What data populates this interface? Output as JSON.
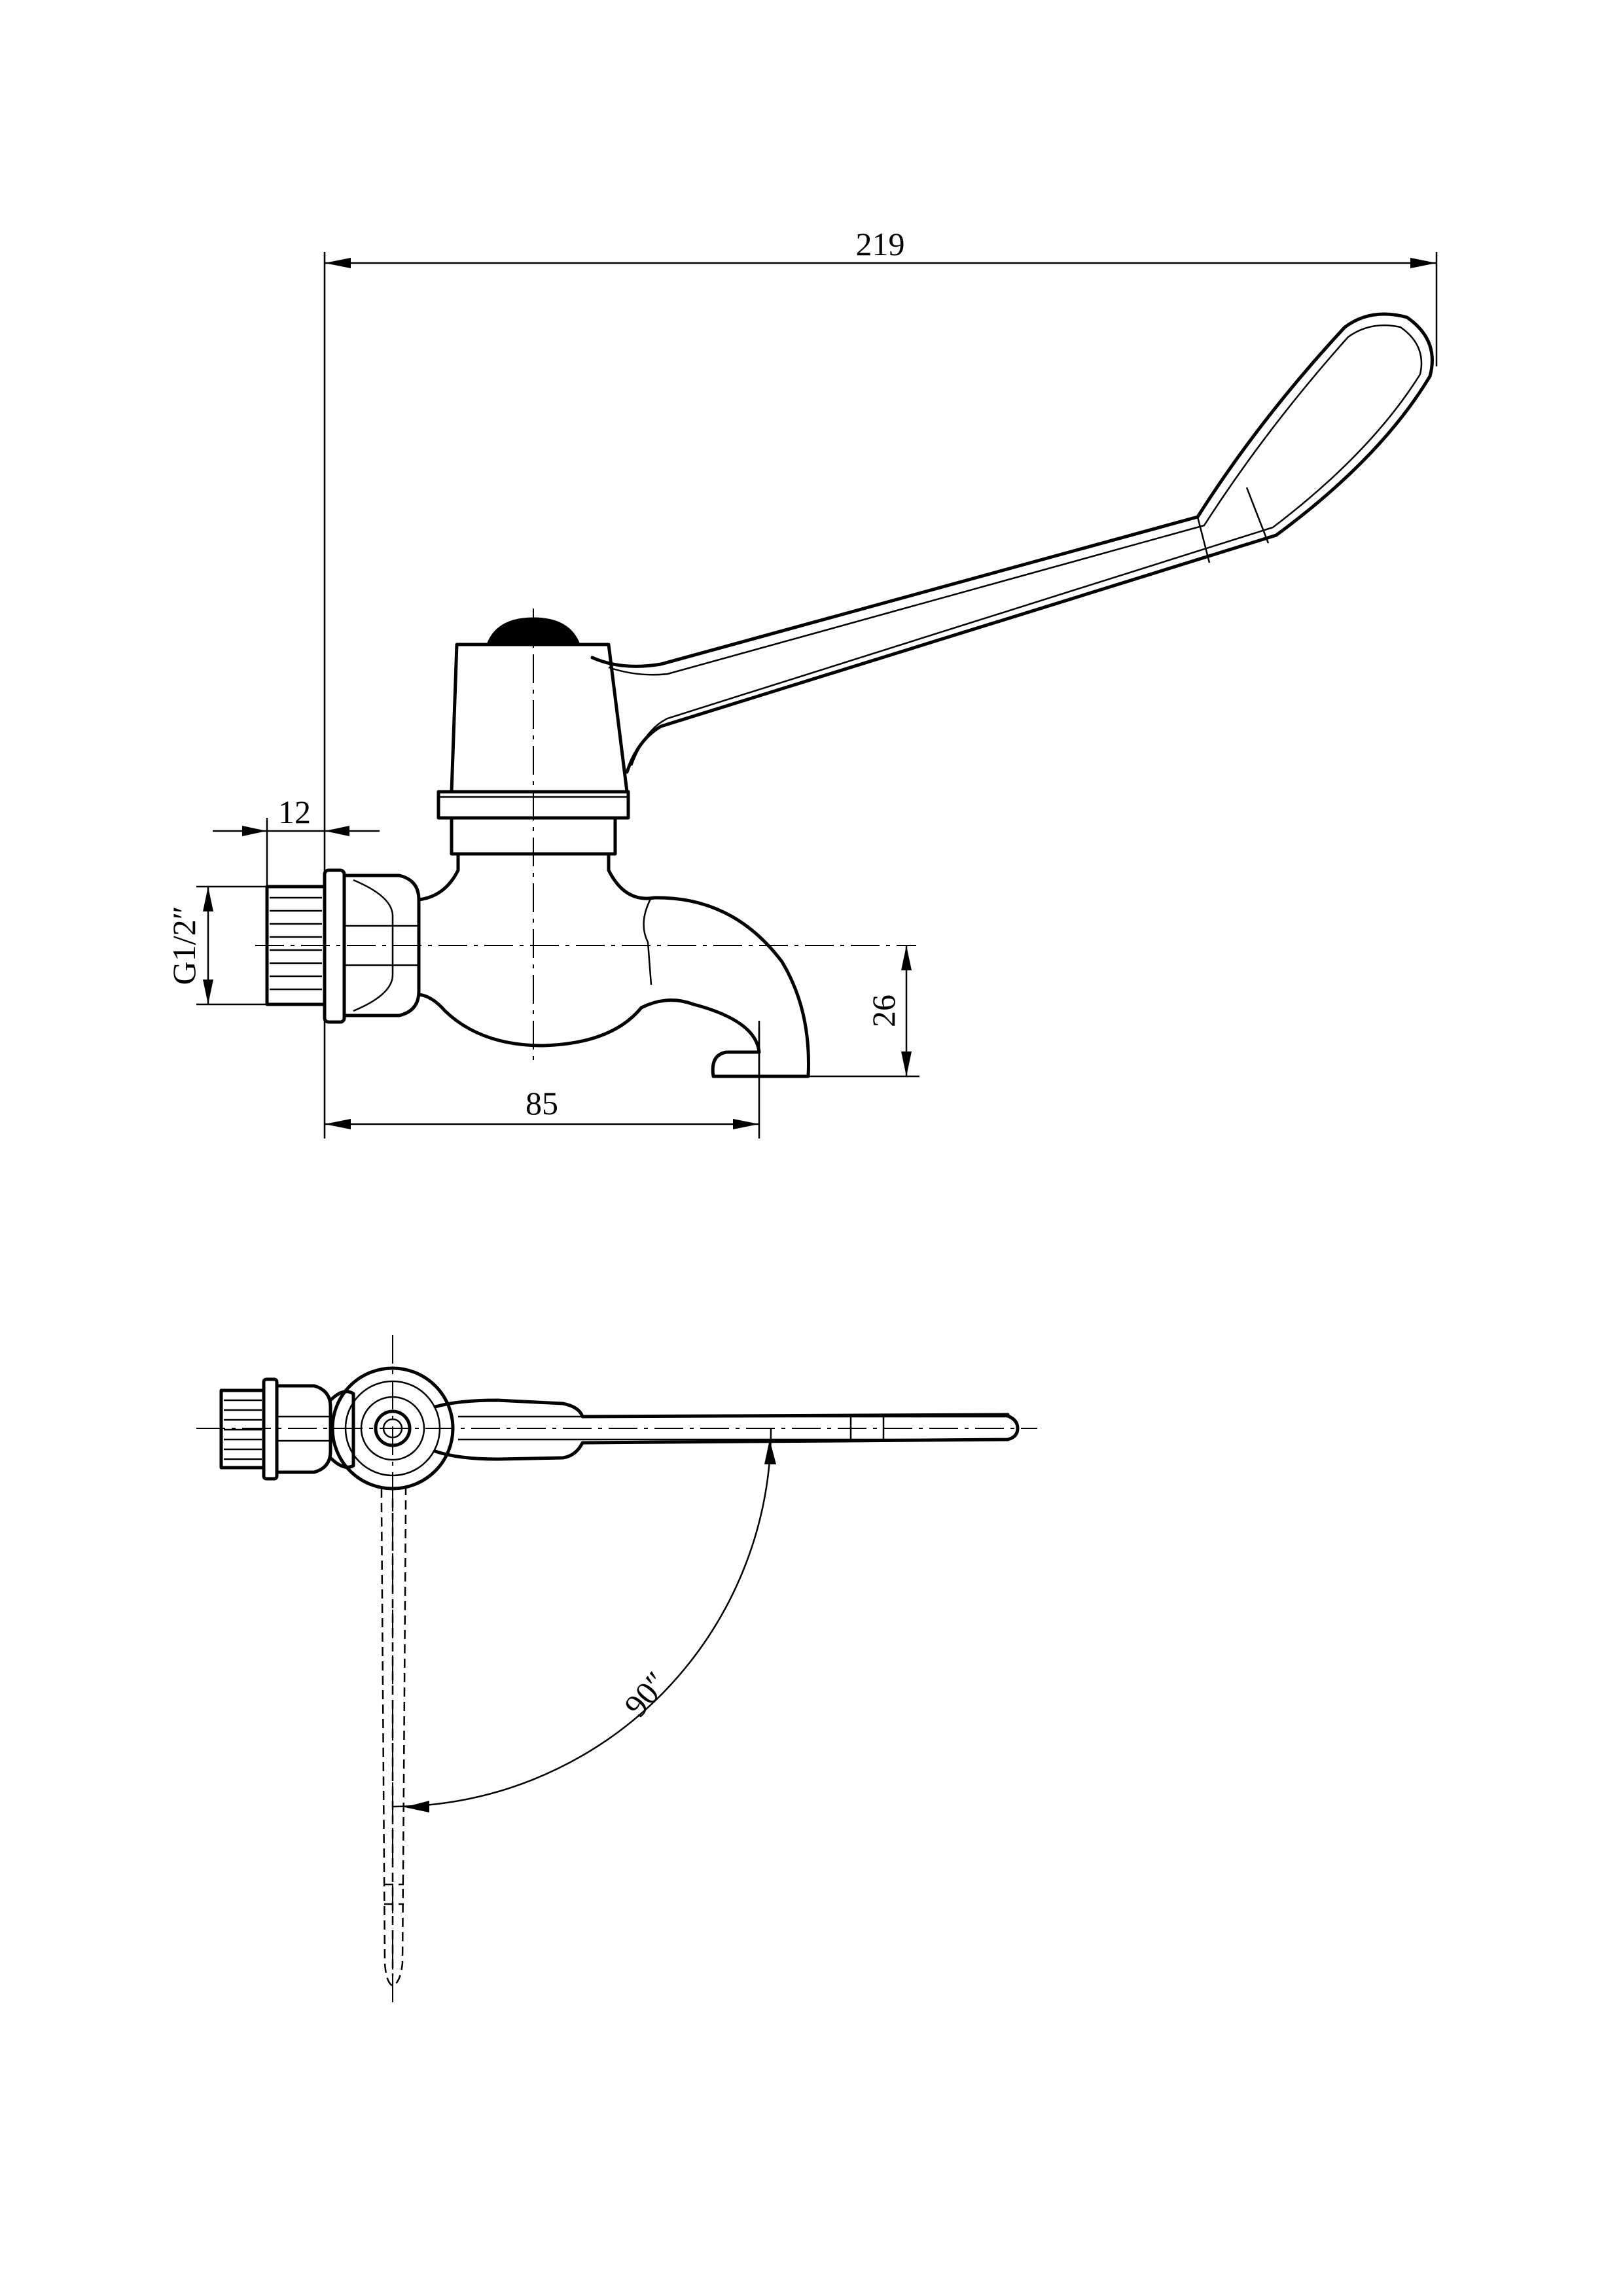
{
  "dimensions": {
    "overall_length": "219",
    "thread_length": "12",
    "thread_size": "G1/2″",
    "spout_drop": "26",
    "spout_reach": "85",
    "lever_rotation": "90″"
  }
}
